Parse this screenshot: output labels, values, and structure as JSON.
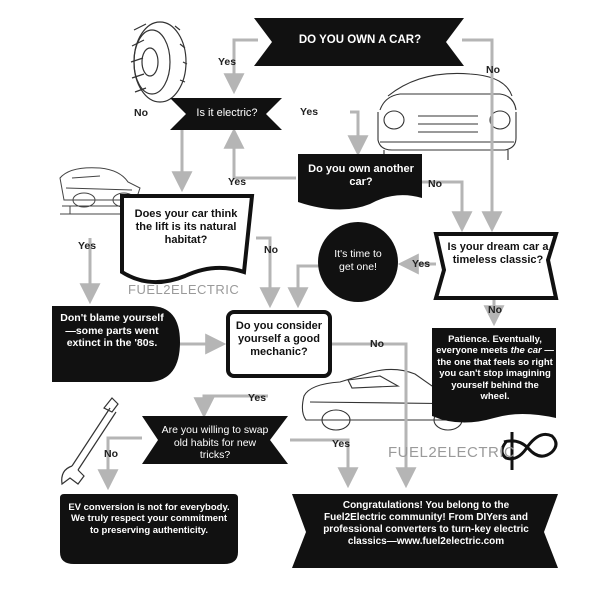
{
  "colors": {
    "box": "#111111",
    "arrow": "#b5b5b5",
    "text_light": "#ffffff",
    "brand_gray": "#9a9a9a"
  },
  "nodes": {
    "own_car": "DO YOU OWN A CAR?",
    "is_electric": "Is it electric?",
    "own_another": "Do you own another car?",
    "lift_habitat": "Does your car think the lift is its natural habitat?",
    "time_to_get": "It's time to get one!",
    "dream_car": "Is your dream car a timeless classic?",
    "dont_blame": "Don't blame yourself—some parts went extinct in the '80s.",
    "mechanic": "Do you consider yourself a good mechanic?",
    "patience_1": "Patience. Eventually, everyone meets ",
    "patience_em": "the car",
    "patience_2": " —the one that feels so right you can't stop imagining yourself behind the wheel.",
    "swap_habits": "Are you willing to swap old habits for new tricks?",
    "ev_not_for": "EV conversion is not for everybody. We truly respect your commitment to preserving authenticity.",
    "congrats": "Congratulations!  You belong to the Fuel2Electric community! From DIYers and professional converters to turn-key electric classics—www.fuel2electric.com"
  },
  "edge_labels": {
    "yes_own_to_electric": "Yes",
    "no_own_to_dream": "No",
    "no_electric_to_lift": "No",
    "yes_electric_to_another": "Yes",
    "yes_another_to_electric": "Yes",
    "no_another_to_dream": "No",
    "yes_lift_to_blame": "Yes",
    "no_lift_to_mechanic": "No",
    "yes_dream_to_time": "Yes",
    "no_dream_to_patience": "No",
    "no_mechanic_to_congrats": "No",
    "yes_mechanic_to_swap": "Yes",
    "no_swap_to_ev": "No",
    "yes_swap_to_congrats": "Yes"
  },
  "brand": {
    "text": "FUEL2ELECTRIC"
  },
  "illustrations": [
    "tire-icon",
    "classic-car-front-icon",
    "car-on-lift-icon",
    "wrench-icon",
    "classic-car-side-icon",
    "fuel2electric-logo"
  ]
}
